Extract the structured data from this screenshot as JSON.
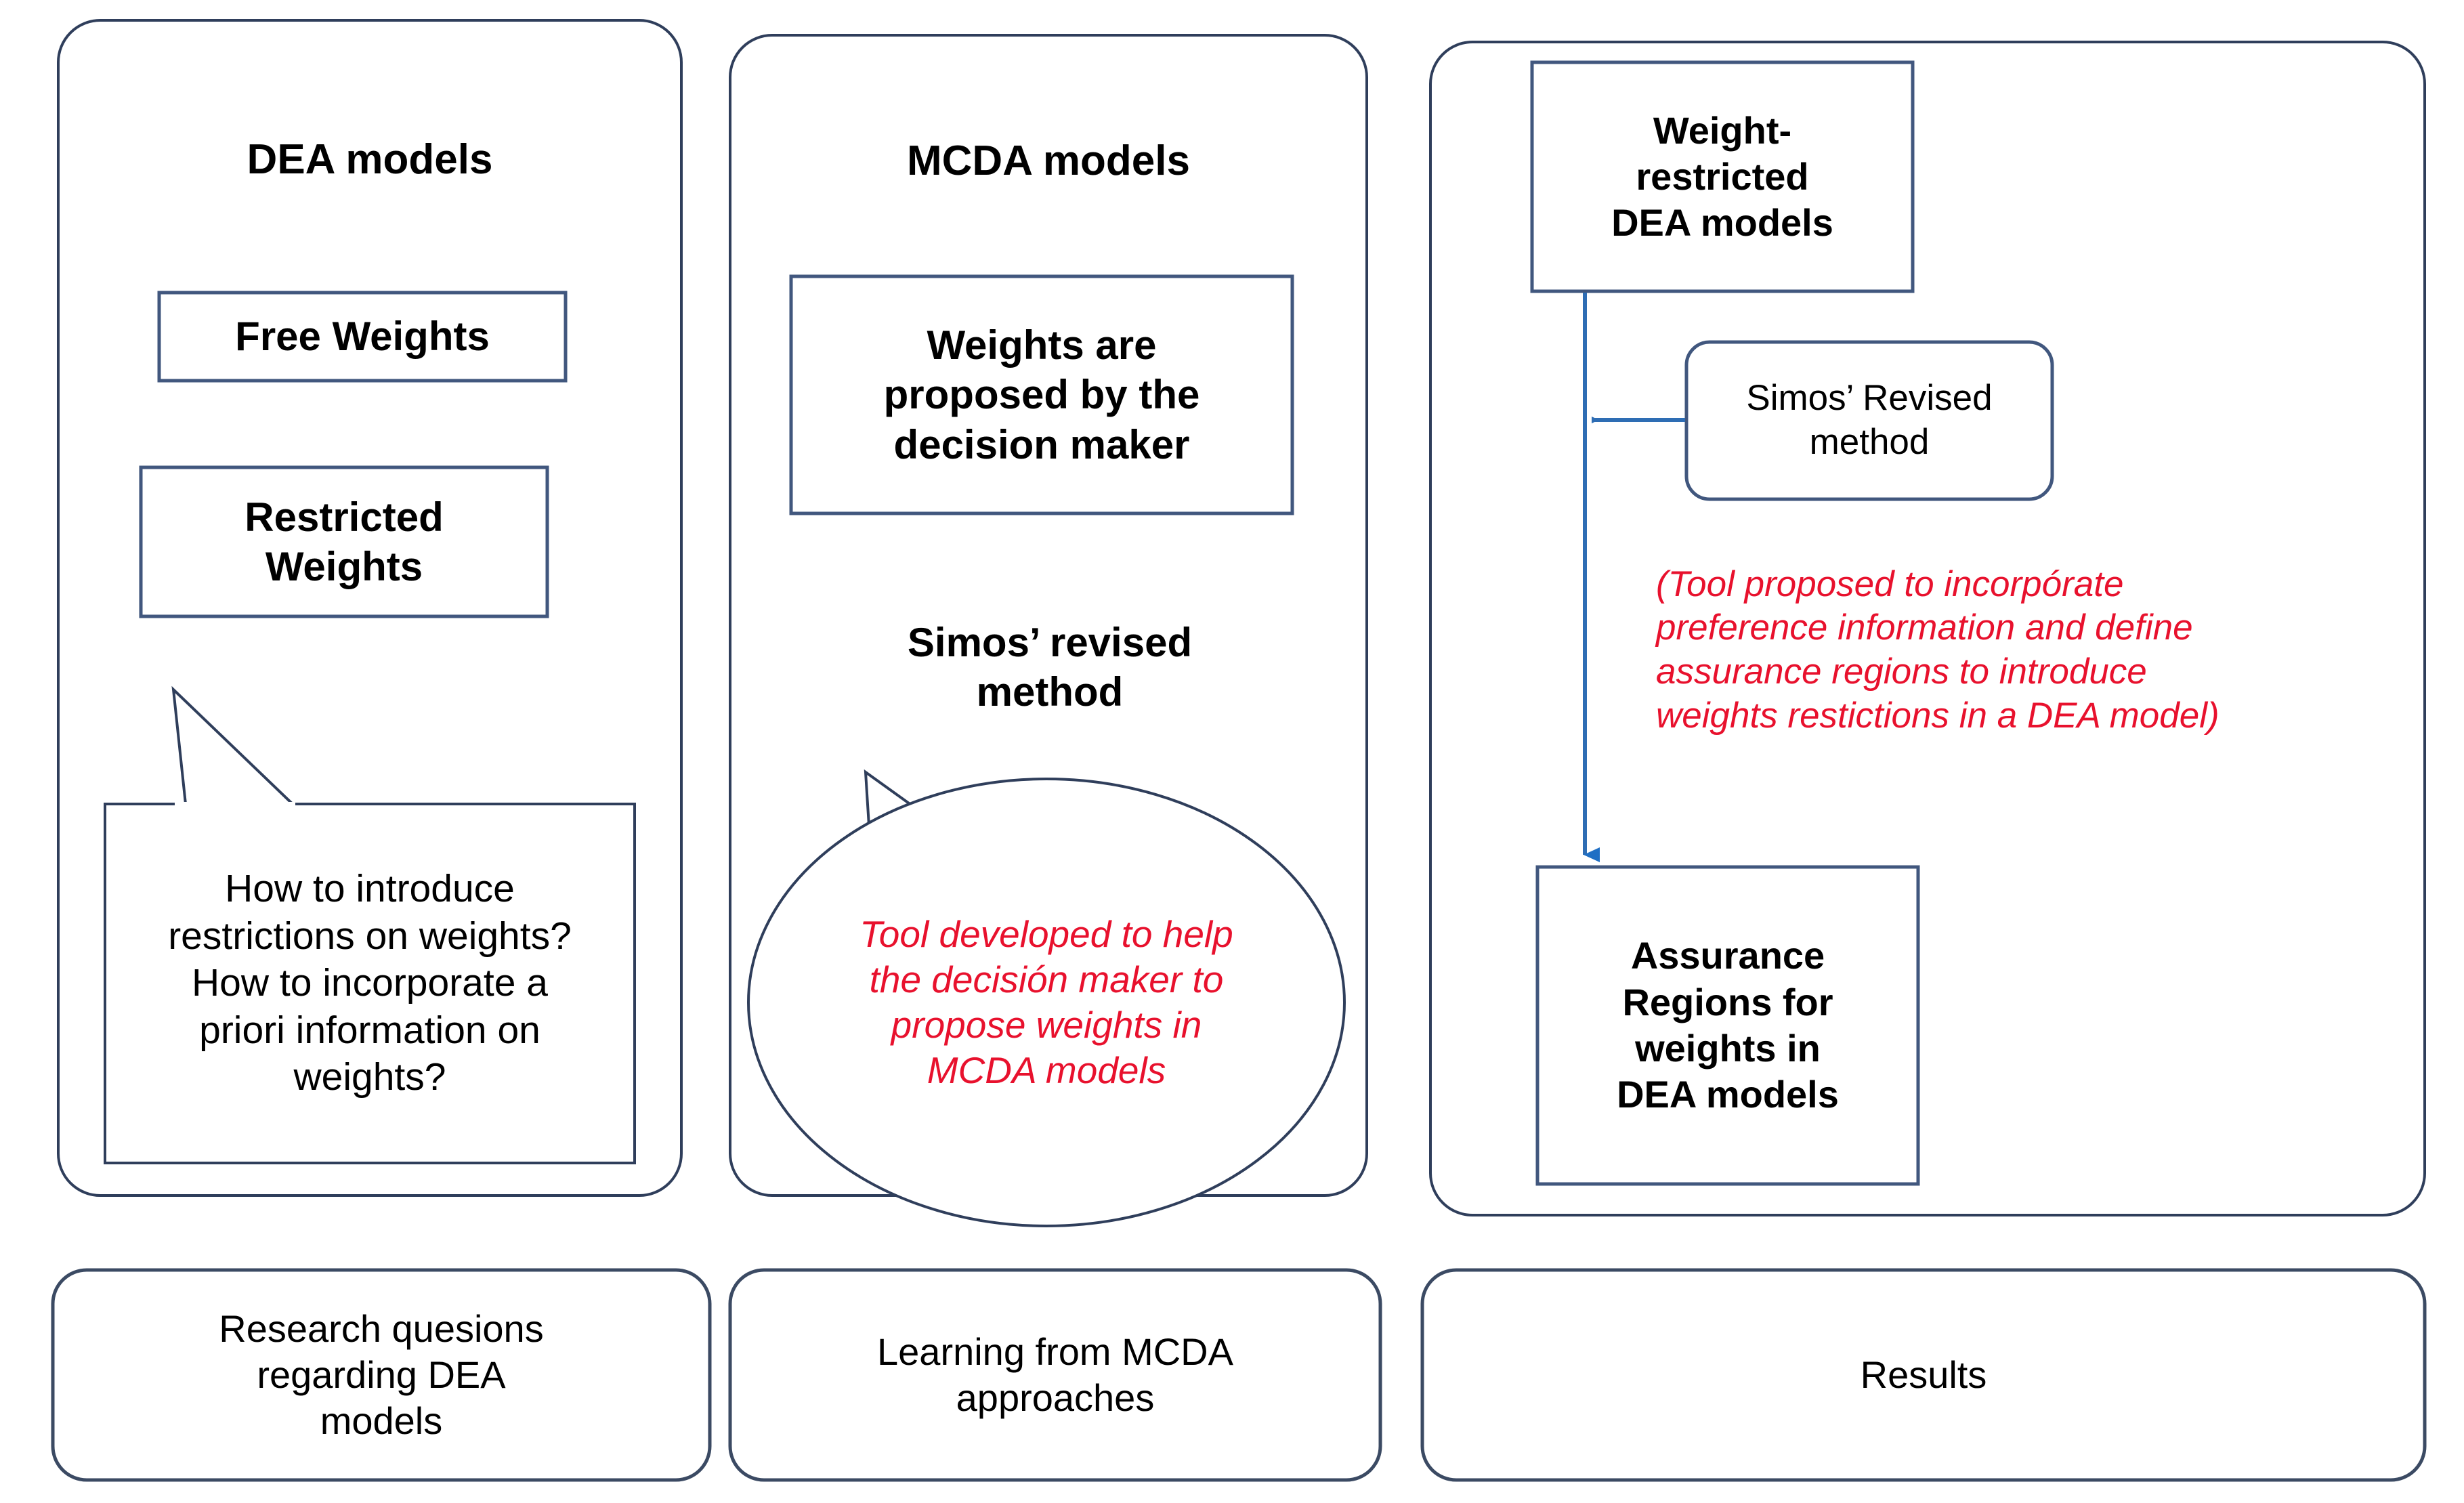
{
  "diagram": {
    "title": "DEA and MCDA weights framework",
    "colors": {
      "outline": "#2F3E5B",
      "box_outline": "#41577E",
      "arrow": "#2E6DB4",
      "red_text": "#E8112D",
      "background": "#FFFFFF"
    }
  },
  "columns": [
    {
      "id": "dea",
      "heading": "DEA models",
      "boxes": [
        {
          "label": "Free Weights"
        },
        {
          "label": "Restricted\nWeights"
        }
      ],
      "callout": {
        "shape": "rectangle-speech-bubble",
        "text": "How to introduce\nrestrictions on weights?\nHow to incorporate a\npriori information on\nweights?"
      },
      "footer": "Research quesions\nregarding DEA\nmodels"
    },
    {
      "id": "mcda",
      "heading": "MCDA models",
      "boxes": [
        {
          "label": "Weights are\nproposed by the\ndecision maker"
        }
      ],
      "subheading": "Simos’ revised\nmethod",
      "callout": {
        "shape": "oval-speech-bubble",
        "text": "Tool developed to help\nthe decisión maker to\npropose weights in\nMCDA models"
      },
      "footer": "Learning from MCDA\napproaches"
    },
    {
      "id": "results",
      "boxes": [
        {
          "id": "weight-restricted",
          "label": "Weight-\nrestricted\nDEA models"
        },
        {
          "id": "simos-revised",
          "label": "Simos’ Revised\nmethod"
        },
        {
          "id": "assurance-regions",
          "label": "Assurance\nRegions for\nweights in\nDEA models"
        }
      ],
      "annotation": "(Tool proposed to incorpórate\npreference information and define\nassurance regions to introduce\nweights restictions in a DEA model)",
      "footer": "Results"
    }
  ],
  "arrows": [
    {
      "id": "simos-to-spine",
      "from": "simos-revised",
      "to": "spine",
      "direction": "left"
    },
    {
      "id": "spine-to-assurance",
      "from": "weight-restricted",
      "to": "assurance-regions",
      "direction": "down"
    }
  ]
}
